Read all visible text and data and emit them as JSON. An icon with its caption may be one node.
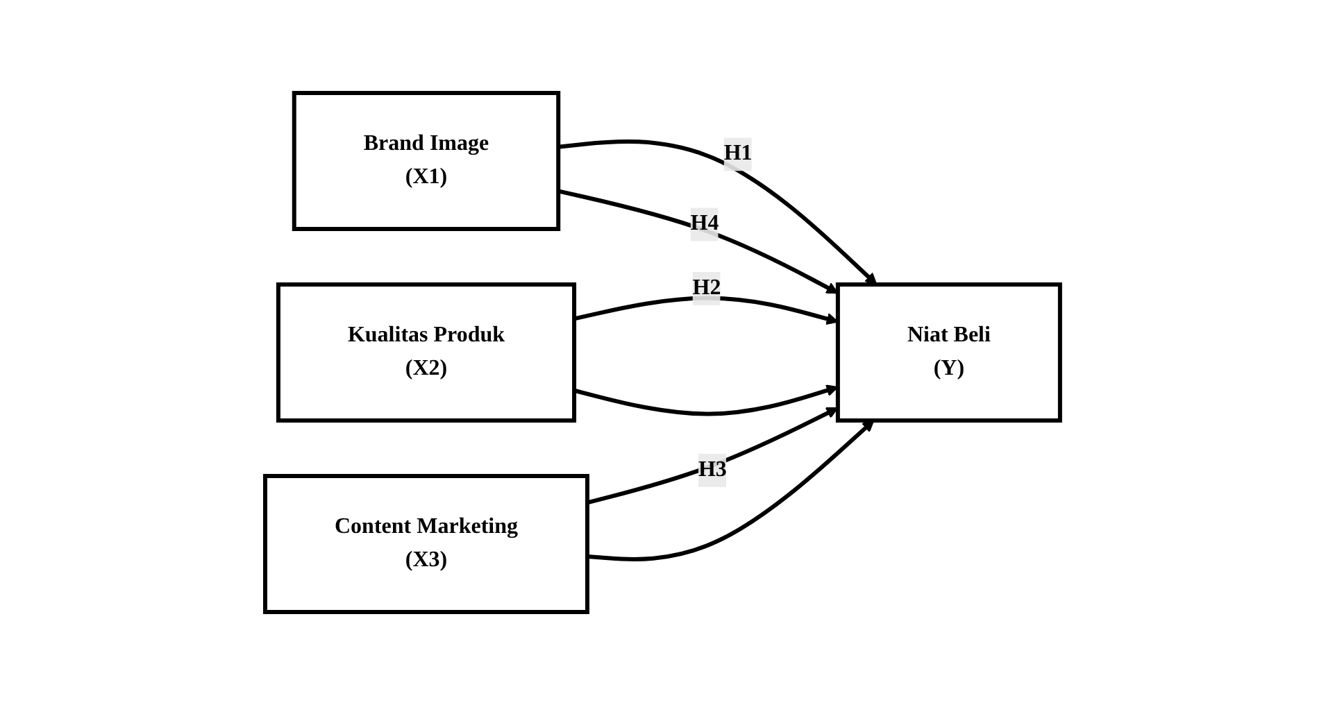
{
  "diagram": {
    "nodes": [
      {
        "text": [
          "Brand Image",
          "(X1)"
        ]
      },
      {
        "text": [
          "Kualitas Produk",
          "(X2)"
        ]
      },
      {
        "text": [
          "Content Marketing",
          "(X3)"
        ]
      },
      {
        "text": [
          "Niat Beli",
          "(Y)"
        ]
      }
    ],
    "edges": [
      {
        "from": 0,
        "to": 3,
        "arrow": "to",
        "label": "H1"
      },
      {
        "from": 1,
        "to": 3,
        "arrow": "to",
        "label": "H2"
      },
      {
        "from": 2,
        "to": 3,
        "arrow": "to",
        "label": "H3"
      },
      {
        "from": 0,
        "to": 3,
        "arrow": "to",
        "label": "H4"
      },
      {
        "from": 1,
        "to": 3,
        "arrow": "to"
      },
      {
        "from": 2,
        "to": 3,
        "arrow": "to"
      }
    ]
  }
}
